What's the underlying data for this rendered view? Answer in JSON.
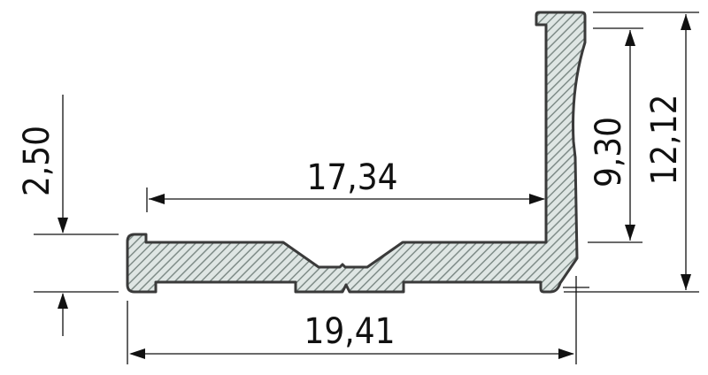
{
  "drawing": {
    "type": "extrusion-profile-cross-section",
    "colors": {
      "background": "#ffffff",
      "profile_fill": "#c9d3d0",
      "hatch_line": "#7f8c88",
      "profile_outline": "#3a3a3a",
      "dimension_line": "#111111"
    },
    "dimensions": {
      "inner_width": {
        "label": "17,34",
        "orientation": "horizontal"
      },
      "overall_width": {
        "label": "19,41",
        "orientation": "horizontal"
      },
      "base_height": {
        "label": "2,50",
        "orientation": "vertical"
      },
      "inner_height": {
        "label": "9,30",
        "orientation": "vertical"
      },
      "overall_height": {
        "label": "12,12",
        "orientation": "vertical"
      }
    }
  }
}
